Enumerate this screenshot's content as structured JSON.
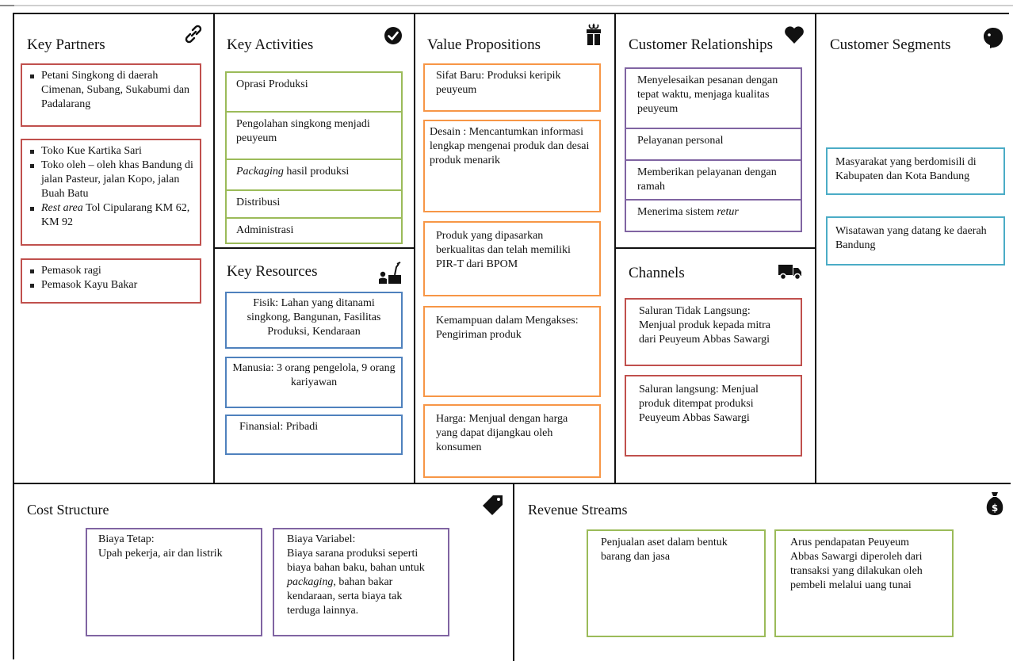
{
  "sections": {
    "key_partners": {
      "title": "Key Partners",
      "icon": "link-icon",
      "groups": [
        [
          "Petani Singkong di daerah Cimenan, Subang, Sukabumi dan Padalarang"
        ],
        [
          "Toko Kue Kartika Sari",
          "Toko oleh – oleh khas Bandung di jalan Pasteur, jalan Kopo, jalan Buah Batu",
          "Rest area Tol Cipularang KM 62, KM 92"
        ],
        [
          "Pemasok ragi",
          "Pemasok Kayu Bakar"
        ]
      ]
    },
    "key_activities": {
      "title": "Key Activities",
      "icon": "checkmark-circle-icon",
      "items": [
        "Oprasi Produksi",
        "Pengolahan singkong menjadi peuyeum",
        "Packaging hasil produksi",
        "Distribusi",
        "Administrasi"
      ]
    },
    "key_resources": {
      "title": "Key Resources",
      "icon": "worker-resources-icon",
      "items": [
        "Fisik: Lahan yang ditanami singkong, Bangunan, Fasilitas Produksi, Kendaraan",
        "Manusia: 3 orang pengelola, 9 orang kariyawan",
        "Finansial: Pribadi"
      ]
    },
    "value_propositions": {
      "title": "Value Propositions",
      "icon": "gift-icon",
      "items": [
        "Sifat Baru: Produksi keripik peuyeum",
        "Desain : Mencantumkan informasi lengkap mengenai produk dan desai produk menarik",
        "Produk yang dipasarkan berkualitas dan telah memiliki PIR-T dari BPOM",
        "Kemampuan dalam Mengakses: Pengiriman produk",
        "Harga: Menjual dengan harga yang dapat dijangkau oleh konsumen"
      ]
    },
    "customer_relationships": {
      "title": "Customer Relationships",
      "icon": "heart-icon",
      "items": [
        "Menyelesaikan pesanan dengan tepat waktu, menjaga kualitas peuyeum",
        "Pelayanan personal",
        "Memberikan pelayanan dengan ramah",
        "Menerima sistem retur"
      ]
    },
    "channels": {
      "title": "Channels",
      "icon": "truck-icon",
      "items": [
        "Saluran Tidak Langsung: Menjual produk kepada mitra dari Peuyeum Abbas Sawargi",
        "Saluran langsung: Menjual produk ditempat produksi Peuyeum Abbas Sawargi"
      ]
    },
    "customer_segments": {
      "title": "Customer Segments",
      "icon": "face-icon",
      "items": [
        "Masyarakat yang berdomisili di Kabupaten dan Kota Bandung",
        "Wisatawan yang datang ke daerah Bandung"
      ]
    },
    "cost_structure": {
      "title": "Cost Structure",
      "icon": "price-tag-icon",
      "items": [
        {
          "label": "Biaya Tetap:",
          "text": "Upah pekerja, air dan listrik"
        },
        {
          "label": "Biaya Variabel:",
          "text": "Biaya sarana produksi seperti biaya bahan baku, bahan untuk packaging, bahan bakar kendaraan, serta biaya tak terduga lainnya."
        }
      ]
    },
    "revenue_streams": {
      "title": "Revenue Streams",
      "icon": "money-bag-icon",
      "items": [
        "Penjualan aset dalam bentuk barang dan jasa",
        "Arus pendapatan Peuyeum Abbas Sawargi diperoleh dari transaksi yang dilakukan oleh pembeli melalui uang tunai"
      ]
    }
  }
}
